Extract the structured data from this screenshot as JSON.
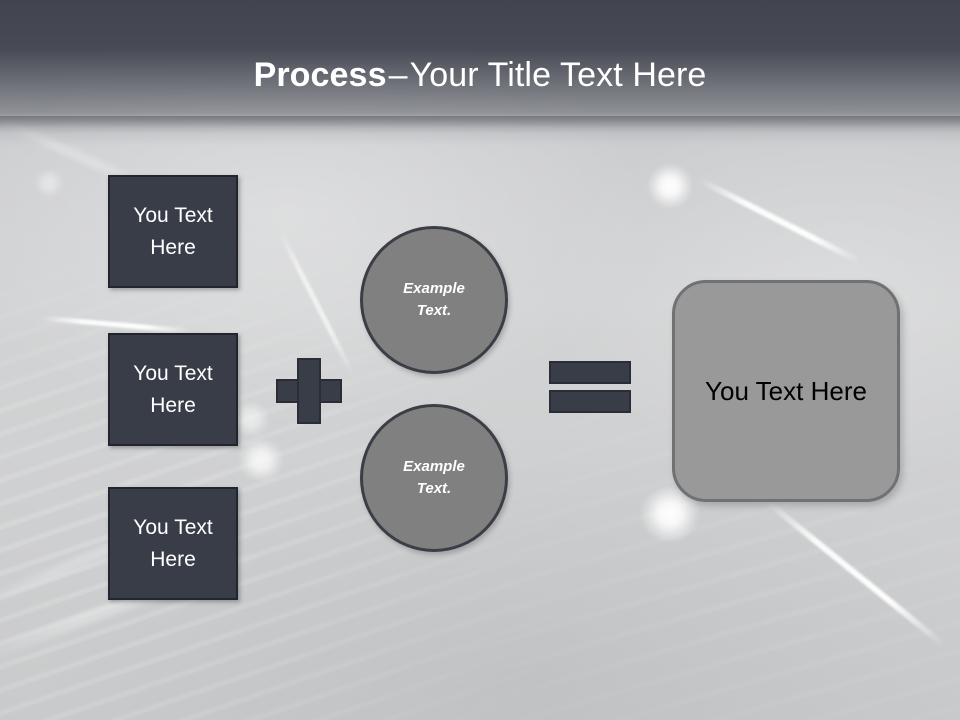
{
  "slide": {
    "title": {
      "strong": "Process",
      "dash": "–",
      "rest": "Your Title Text Here"
    },
    "colors": {
      "header_band": "#484b55",
      "dark_box_fill": "#393d48",
      "dark_box_border": "#22252d",
      "circle_fill": "#808080",
      "circle_border": "#3b3e46",
      "result_fill": "#999999",
      "result_border": "#6f7174",
      "title_text": "#ffffff",
      "result_text": "#000000",
      "background": "#cdced0"
    },
    "inputs": [
      {
        "line1": "You Text",
        "line2": "Here"
      },
      {
        "line1": "You Text",
        "line2": "Here"
      },
      {
        "line1": "You Text",
        "line2": "Here"
      }
    ],
    "operators": {
      "plus": "+",
      "equals": "="
    },
    "circles": [
      {
        "line1": "Example",
        "line2": "Text."
      },
      {
        "line1": "Example",
        "line2": "Text."
      }
    ],
    "result": {
      "label": "You Text Here"
    }
  }
}
